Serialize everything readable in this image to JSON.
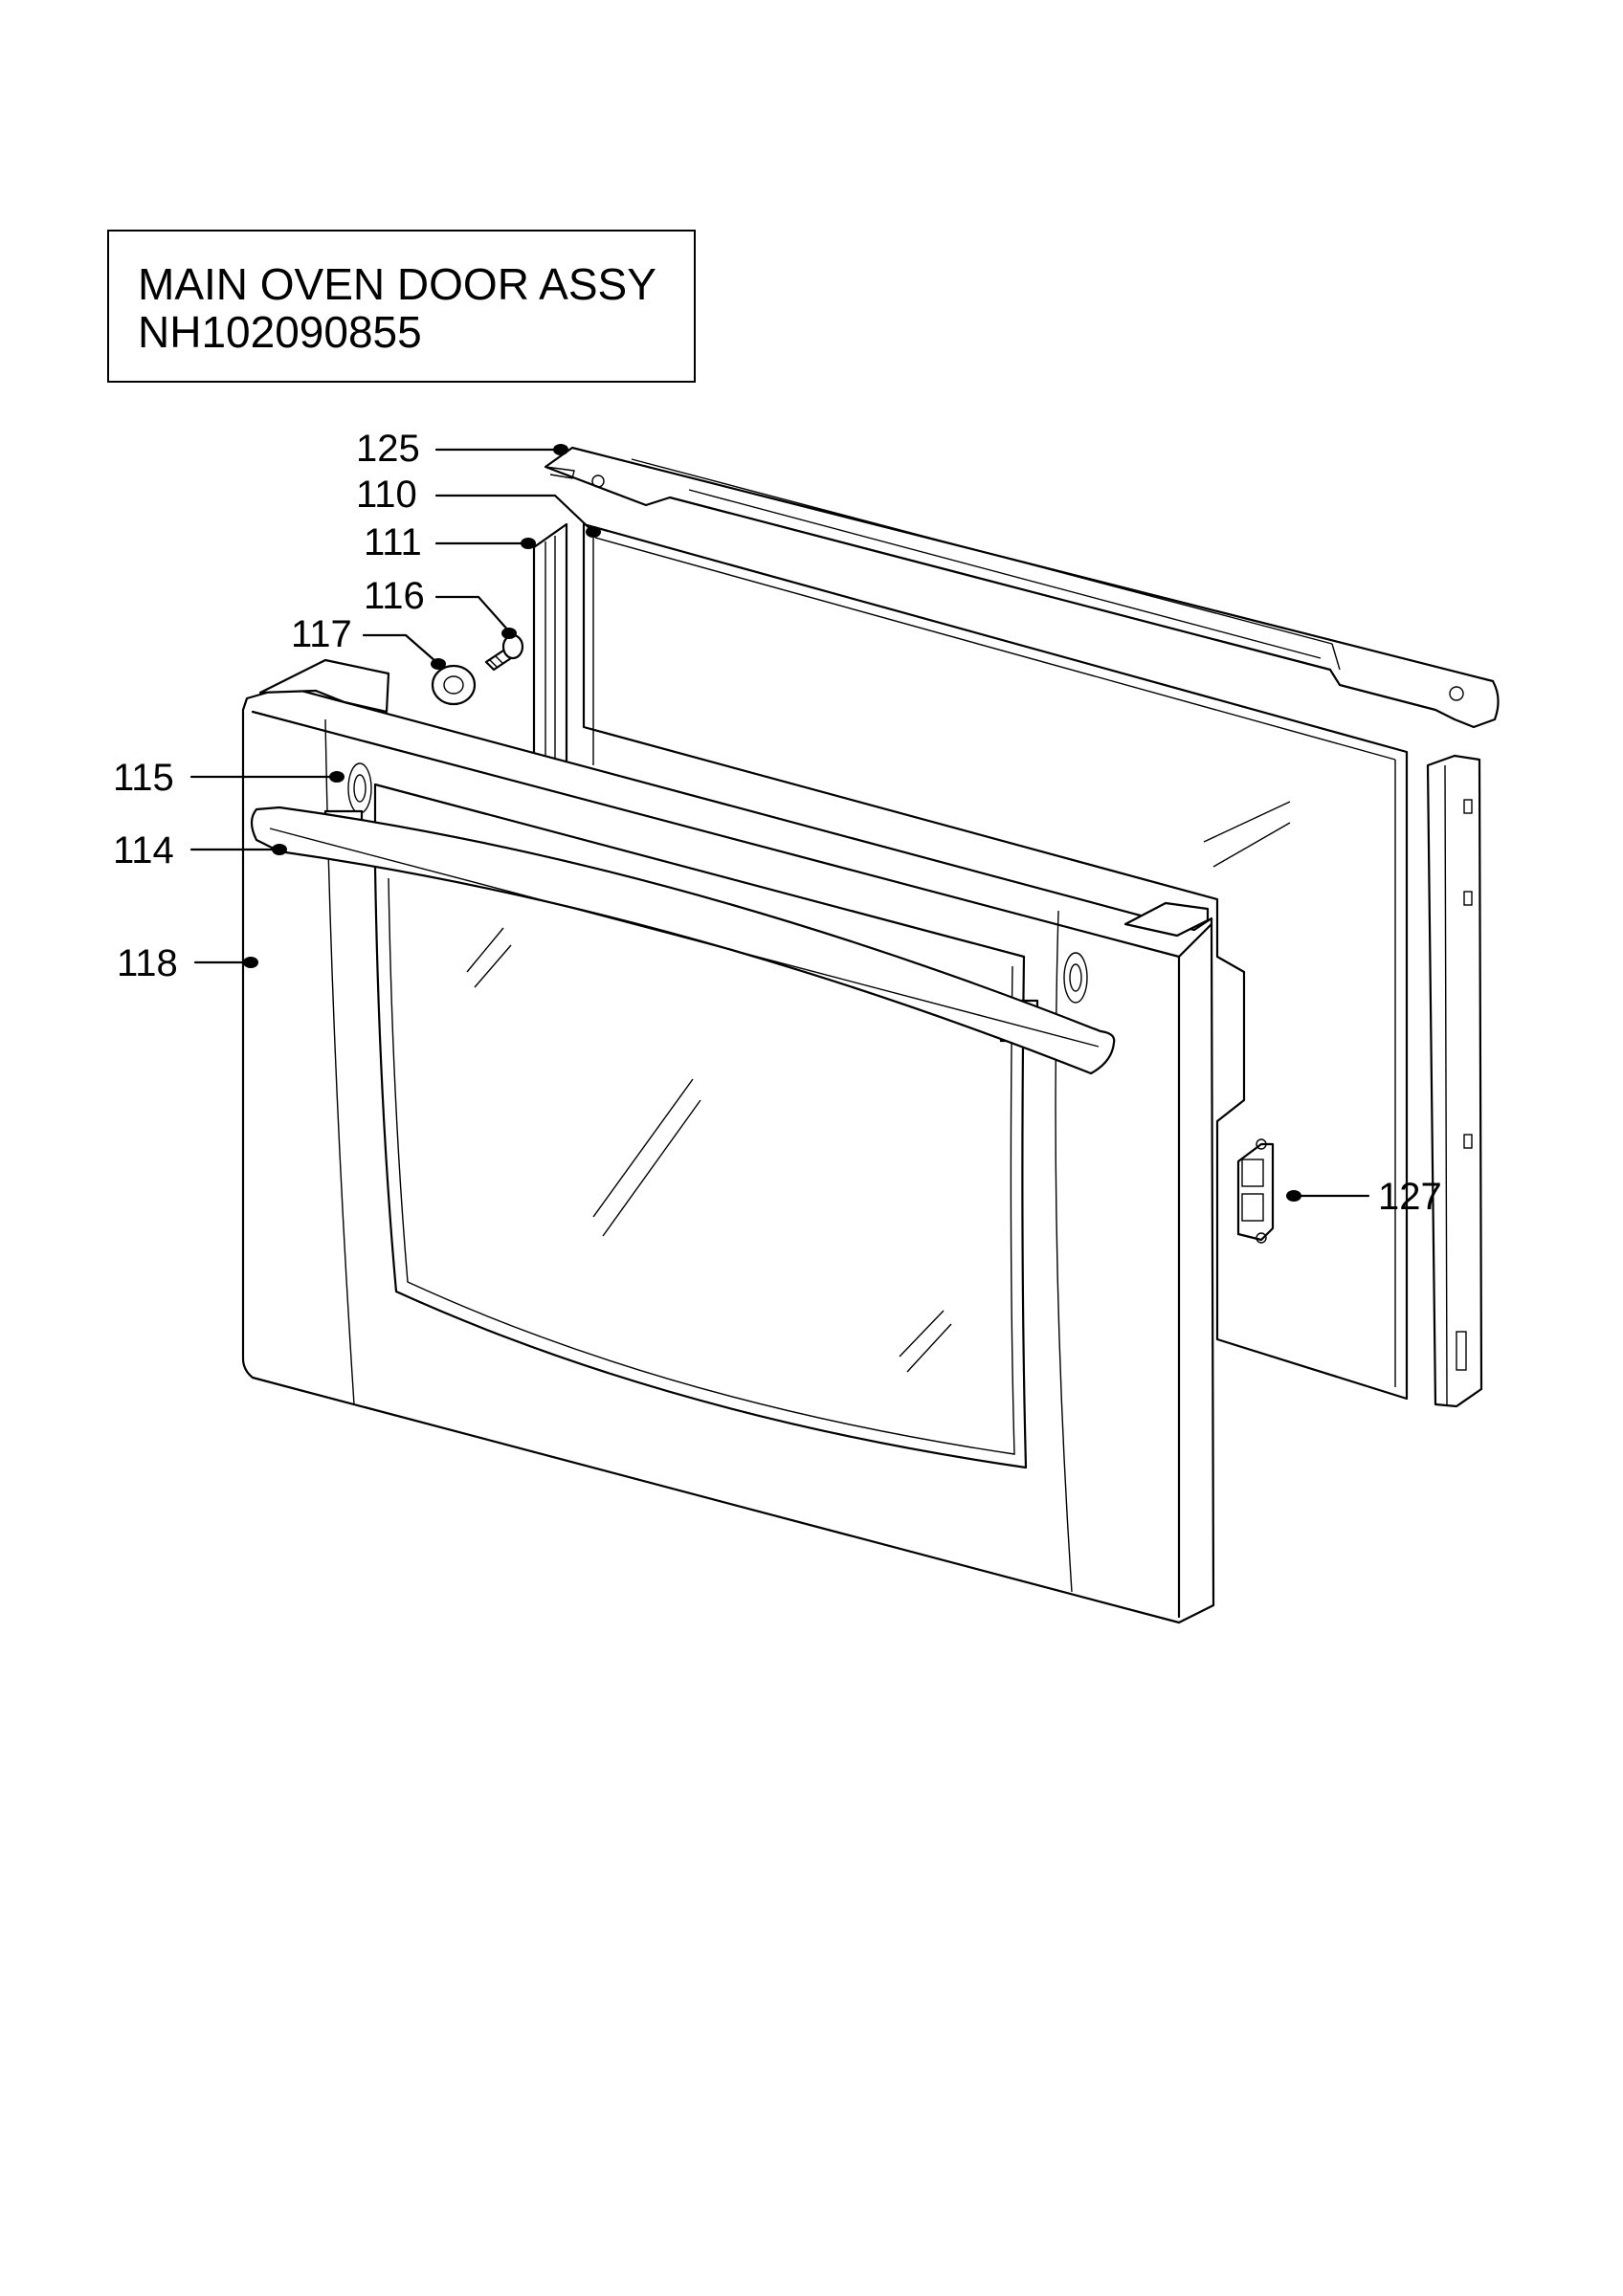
{
  "title": {
    "line1": "MAIN OVEN DOOR ASSY",
    "line2": "NH102090855"
  },
  "callouts": [
    {
      "id": "c125",
      "label": "125"
    },
    {
      "id": "c110",
      "label": "110"
    },
    {
      "id": "c111",
      "label": "111"
    },
    {
      "id": "c116",
      "label": "116"
    },
    {
      "id": "c117",
      "label": "117"
    },
    {
      "id": "c115",
      "label": "115"
    },
    {
      "id": "c114",
      "label": "114"
    },
    {
      "id": "c118",
      "label": "118"
    },
    {
      "id": "c127",
      "label": "127"
    }
  ],
  "colors": {
    "ink": "#000000",
    "paper": "#ffffff"
  }
}
